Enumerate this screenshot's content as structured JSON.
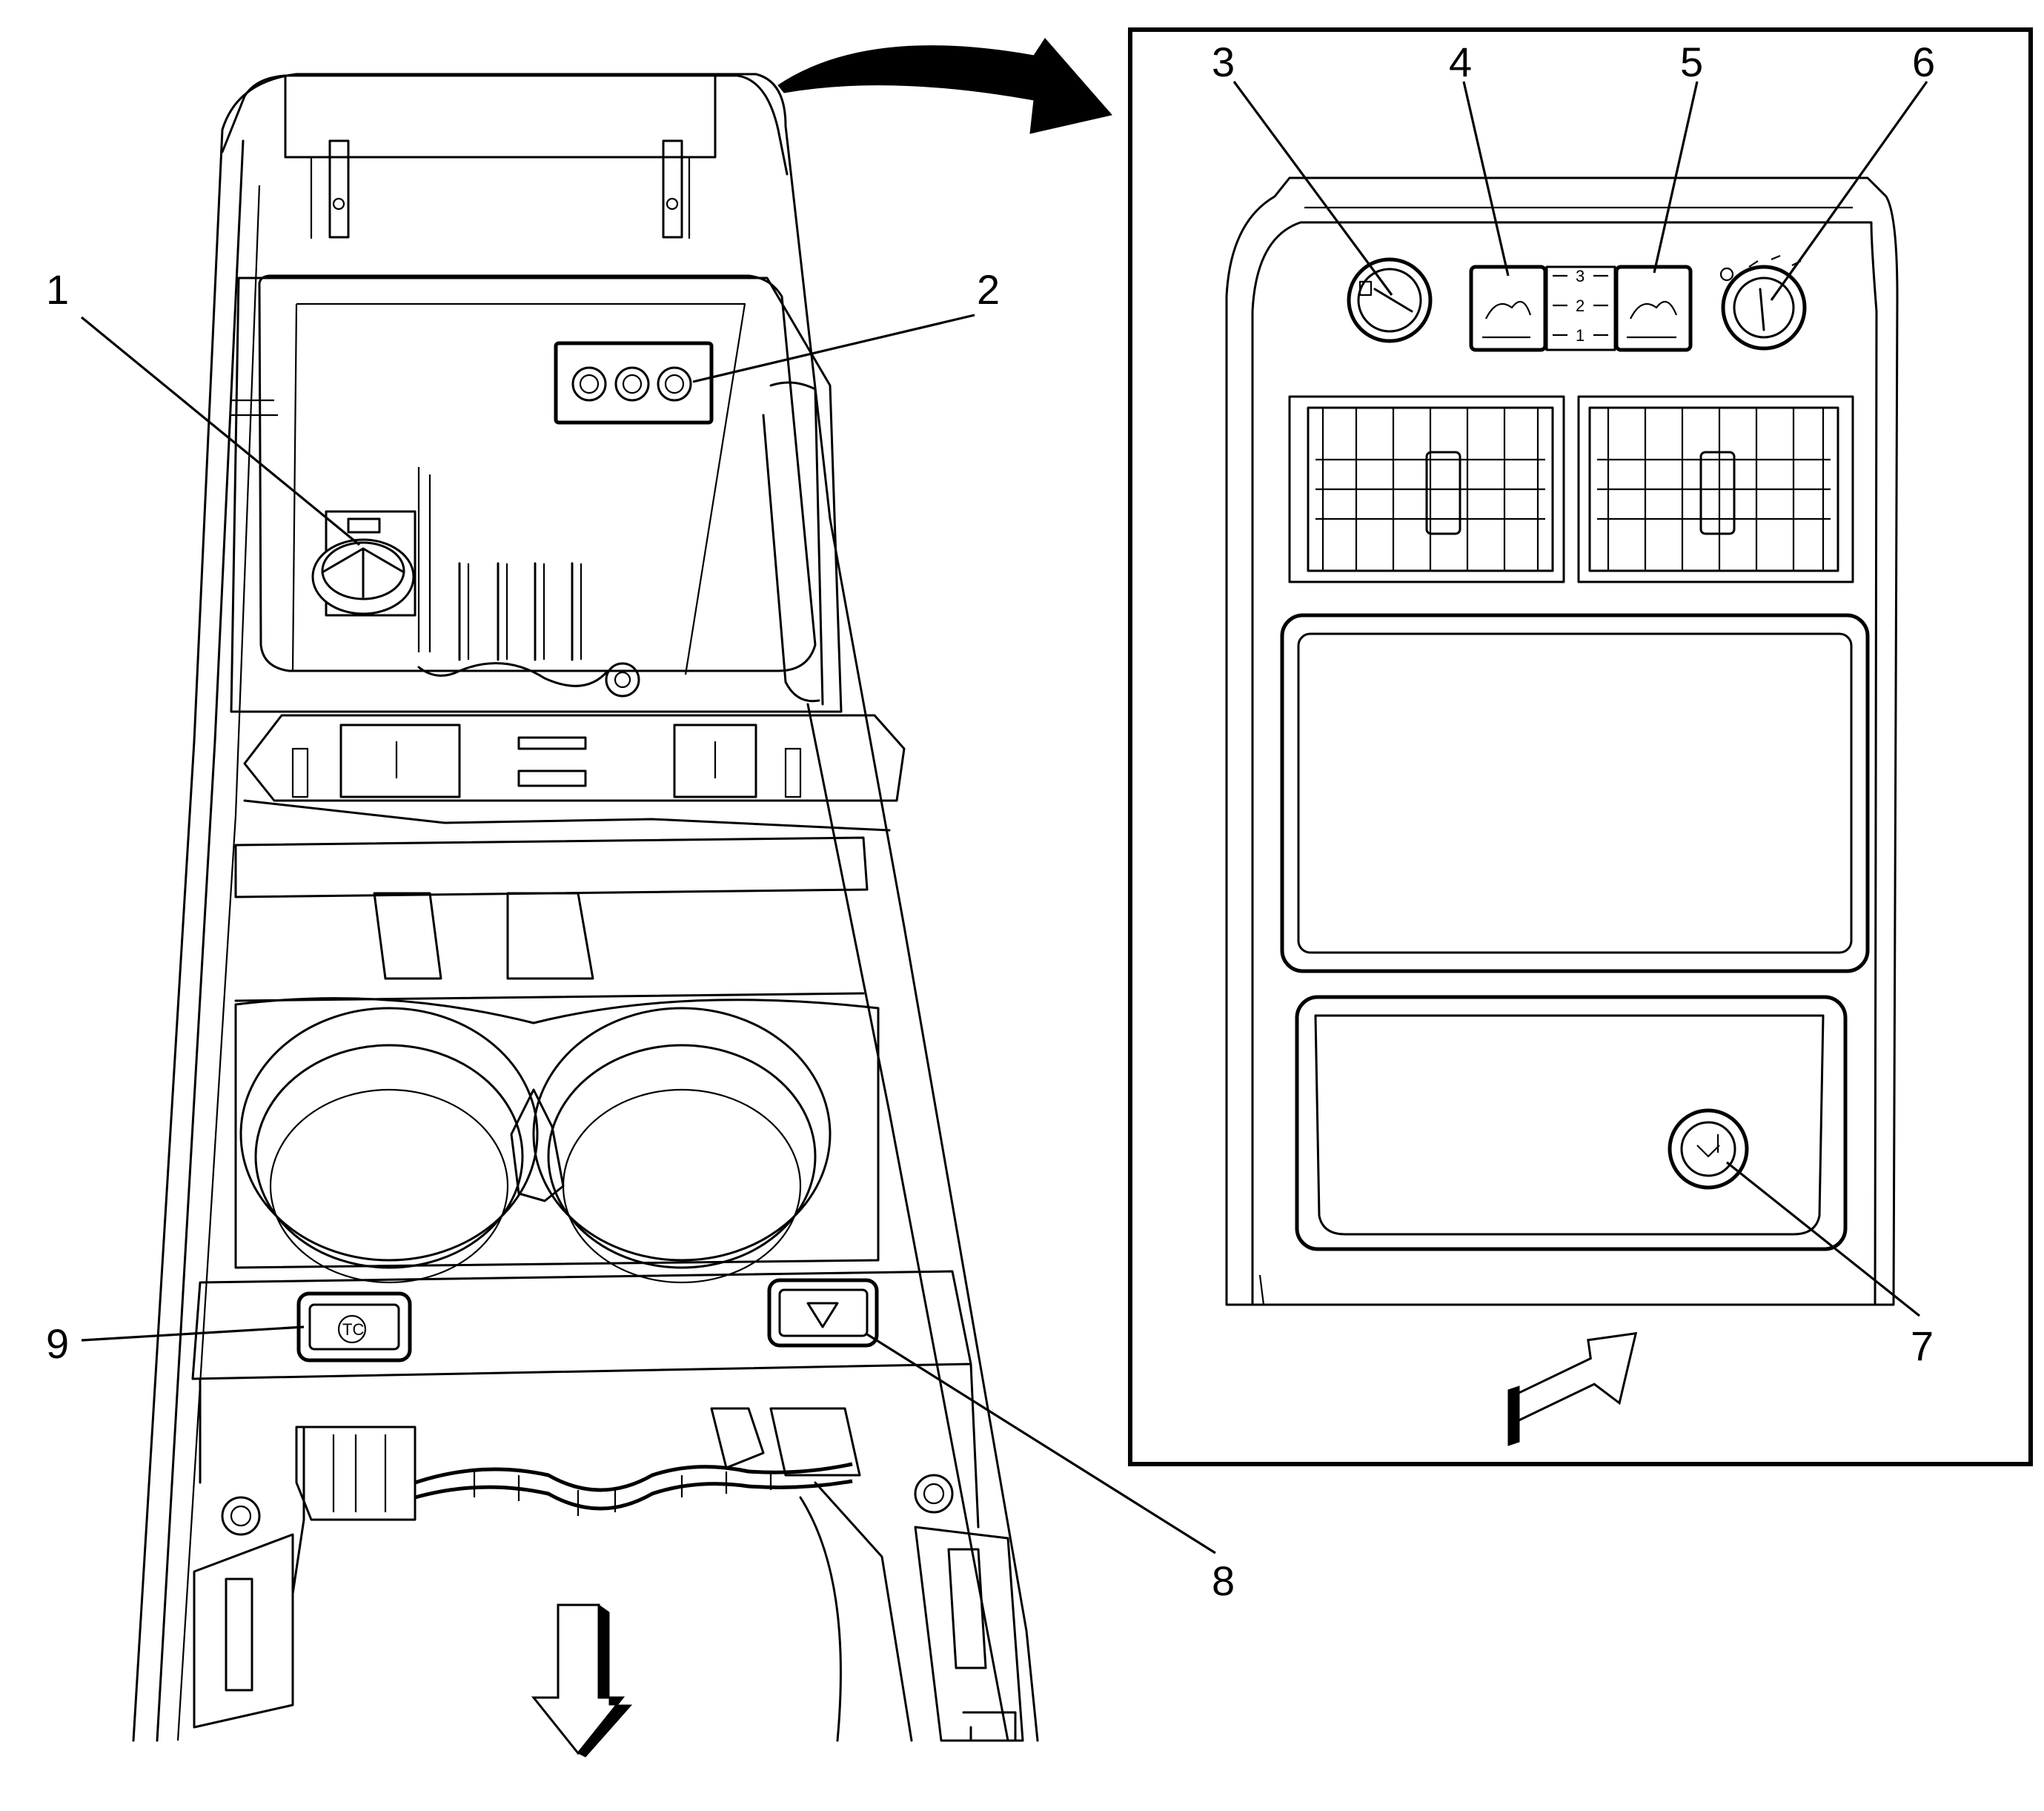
{
  "figure": {
    "callouts": [
      {
        "id": 1,
        "label": "1"
      },
      {
        "id": 2,
        "label": "2"
      },
      {
        "id": 3,
        "label": "3"
      },
      {
        "id": 4,
        "label": "4"
      },
      {
        "id": 5,
        "label": "5"
      },
      {
        "id": 6,
        "label": "6"
      },
      {
        "id": 7,
        "label": "7"
      },
      {
        "id": 8,
        "label": "8"
      },
      {
        "id": 9,
        "label": "9"
      }
    ],
    "fan_speed_marks": [
      "3",
      "2",
      "1"
    ],
    "traction_control_symbol": "TC"
  }
}
